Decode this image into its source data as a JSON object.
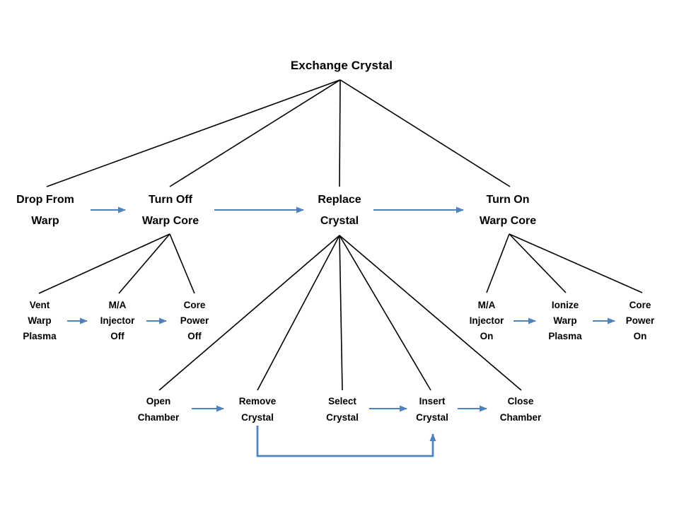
{
  "slide": {
    "title": "Exchange Crystal",
    "nodes": {
      "root": "Exchange Crystal",
      "drop_from_warp": "Drop From\nWarp",
      "turn_off_warp_core": "Turn Off\nWarp Core",
      "replace_crystal": "Replace\nCrystal",
      "turn_on_warp_core": "Turn On\nWarp Core",
      "vent_warp_plasma": "Vent\nWarp\nPlasma",
      "ma_injector_off": "M/A\nInjector\nOff",
      "core_power_off": "Core\nPower\nOff",
      "ma_injector_on": "M/A\nInjector\nOn",
      "ionize_warp_plasma": "Ionize\nWarp\nPlasma",
      "core_power_on": "Core\nPower\nOn",
      "open_chamber": "Open\nChamber",
      "remove_crystal": "Remove\nCrystal",
      "select_crystal": "Select\nCrystal",
      "insert_crystal": "Insert\nCrystal",
      "close_chamber": "Close\nChamber"
    },
    "colors": {
      "arrow": "#4f81bd",
      "line": "#000000",
      "text": "#000000",
      "background": "#ffffff"
    }
  }
}
